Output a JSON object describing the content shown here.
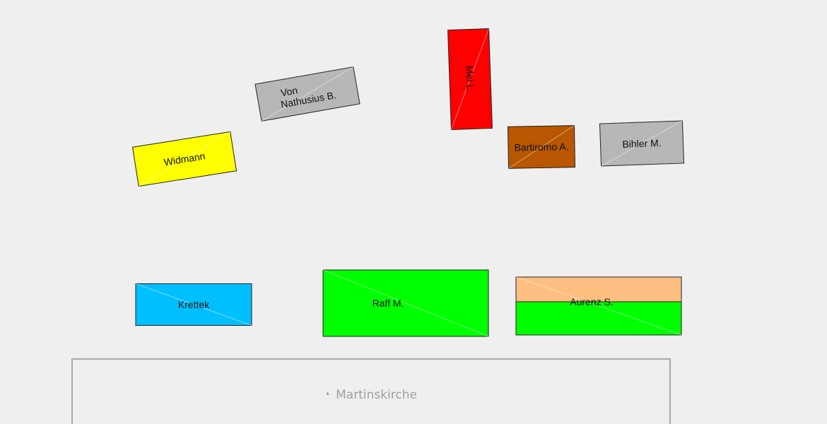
{
  "map": {
    "plots": [
      {
        "id": "von-nathusius",
        "lines": [
          "Von",
          "Nathusius B."
        ],
        "colors": [
          "#b7b7b7"
        ]
      },
      {
        "id": "mei",
        "lines": [
          "Mei L."
        ],
        "colors": [
          "#ff0000"
        ]
      },
      {
        "id": "widmann",
        "lines": [
          "Widmann"
        ],
        "colors": [
          "#ffff00"
        ]
      },
      {
        "id": "bartiromo",
        "lines": [
          "Bartiromo A."
        ],
        "colors": [
          "#b85700"
        ]
      },
      {
        "id": "bihler",
        "lines": [
          "Bihler M."
        ],
        "colors": [
          "#b7b7b7"
        ]
      },
      {
        "id": "krettek",
        "lines": [
          "Krettek"
        ],
        "colors": [
          "#00bfff"
        ]
      },
      {
        "id": "raff",
        "lines": [
          "Raff M."
        ],
        "colors": [
          "#00ff00"
        ]
      },
      {
        "id": "aurenz",
        "lines": [
          "Aurenz S."
        ],
        "colors": [
          "#ffbf80",
          "#00ff00"
        ]
      }
    ],
    "landmark": {
      "bullet": "•",
      "label": "Martinskirche"
    }
  }
}
